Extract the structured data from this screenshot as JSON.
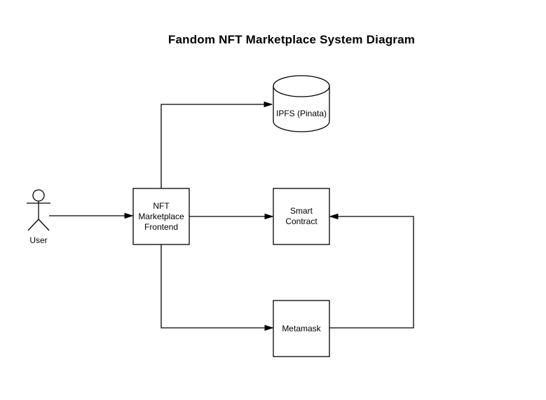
{
  "diagram": {
    "title": "Fandom NFT Marketplace System Diagram",
    "nodes": {
      "user": {
        "label": "User",
        "shape": "actor"
      },
      "frontend": {
        "label": "NFT Marketplace Frontend",
        "shape": "rectangle"
      },
      "ipfs": {
        "label": "IPFS (Pinata)",
        "shape": "cylinder"
      },
      "smart_contract": {
        "label": "Smart Contract",
        "shape": "rectangle"
      },
      "metamask": {
        "label": "Metamask",
        "shape": "rectangle"
      }
    },
    "edges": [
      {
        "from": "User",
        "to": "NFT Marketplace Frontend",
        "style": "arrow"
      },
      {
        "from": "NFT Marketplace Frontend",
        "to": "IPFS (Pinata)",
        "style": "arrow"
      },
      {
        "from": "NFT Marketplace Frontend",
        "to": "Smart Contract",
        "style": "arrow"
      },
      {
        "from": "NFT Marketplace Frontend",
        "to": "Metamask",
        "style": "arrow"
      },
      {
        "from": "Metamask",
        "to": "Smart Contract",
        "style": "arrow"
      }
    ],
    "colors": {
      "stroke": "#000000",
      "text": "#000000",
      "node_fill": "#ffffff",
      "background": "#ffffff"
    }
  }
}
